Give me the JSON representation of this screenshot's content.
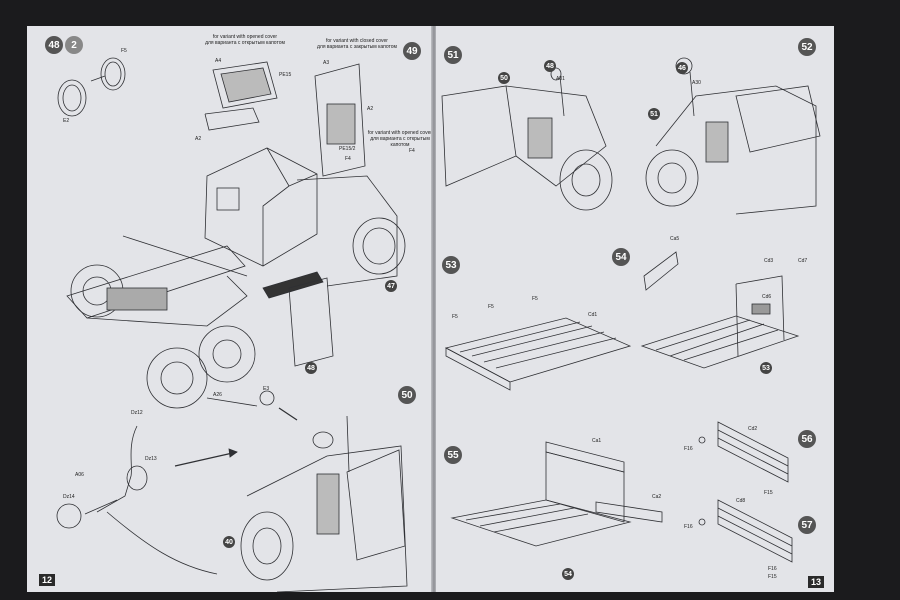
{
  "pages": {
    "left": {
      "page_number": "12",
      "steps": [
        "48",
        "2",
        "49",
        "50"
      ],
      "notes": {
        "opened_en": "for variant with opened cover",
        "opened_ru": "для варианта с открытым капотом",
        "closed_en": "for variant with closed cover",
        "closed_ru": "для варианта с закрытым капотом",
        "f4_en": "for variant with opened cover",
        "f4_ru": "для варианта с открытым капотом"
      },
      "parts": {
        "f5": "F5",
        "e2": "E2",
        "a4": "A4",
        "a3": "A3",
        "a2": "A2",
        "a2b": "A2",
        "pe15_top": "PE15",
        "pe15_2": "PE15/2",
        "f4_a": "F4",
        "f4_b": "F4",
        "a26": "A26",
        "e3": "E3",
        "dz12": "Dz12",
        "dz13": "Dz13",
        "a06": "A06",
        "dz14": "Dz14"
      },
      "callouts": {
        "c47": "47",
        "c48": "48",
        "c40": "40"
      }
    },
    "right": {
      "page_number": "13",
      "steps": [
        "51",
        "52",
        "53",
        "54",
        "55",
        "56",
        "57"
      ],
      "parts": {
        "a31": "A31",
        "a30": "A30",
        "f5a": "F5",
        "f5b": "F5",
        "f5c": "F5",
        "cd1": "Cd1",
        "ca5": "Ca5",
        "cd3": "Cd3",
        "cd7": "Cd7",
        "cd6": "Cd6",
        "ca1": "Ca1",
        "ca2": "Ca2",
        "cd2": "Cd2",
        "cd8": "Cd8",
        "f16a": "F16",
        "f16b": "F16",
        "f15a": "F15",
        "f16c": "F16",
        "f15b": "F15"
      },
      "callouts": {
        "c48a": "48",
        "c46": "46",
        "c51": "51",
        "c50": "50",
        "c53": "53",
        "c54": "54"
      }
    }
  },
  "colors": {
    "background": "#1b1b1d",
    "paper": "#e3e4e8",
    "step_badge": "#555555",
    "line_art": "#2f3034"
  }
}
